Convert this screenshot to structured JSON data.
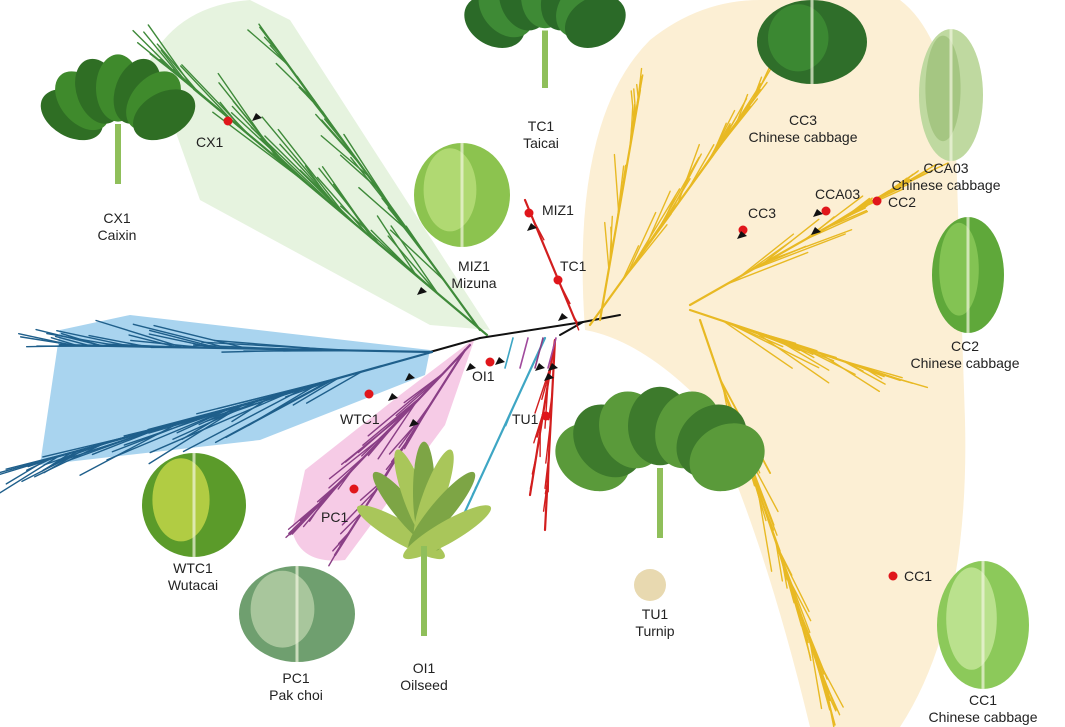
{
  "colors": {
    "green_clade": "#3f8a3a",
    "green_fill": "#e6f3df",
    "blue_clade": "#1f5f8b",
    "blue_fill": "#a9d4ef",
    "pink_clade": "#8a3f86",
    "pink_fill": "#f6cbe6",
    "yellow_clade": "#e8b923",
    "yellow_fill": "#fcefd4",
    "red_clade": "#d21e1e",
    "cyan_clade": "#3ea6c4",
    "marker": "#e0161b"
  },
  "tree_labels": {
    "cx1": "CX1",
    "miz1": "MIZ1",
    "tc1": "TC1",
    "cc3": "CC3",
    "cca03": "CCA03",
    "cc2": "CC2",
    "oi1": "OI1",
    "wtc1": "WTC1",
    "tu1": "TU1",
    "pc1": "PC1",
    "cc1": "CC1"
  },
  "plants": {
    "cx1": {
      "code": "CX1",
      "name": "Caixin"
    },
    "tc1": {
      "code": "TC1",
      "name": "Taicai"
    },
    "miz1": {
      "code": "MIZ1",
      "name": "Mizuna"
    },
    "cc3": {
      "code": "CC3",
      "name": "Chinese cabbage"
    },
    "cca03": {
      "code": "CCA03",
      "name": "Chinese cabbage"
    },
    "cc2": {
      "code": "CC2",
      "name": "Chinese cabbage"
    },
    "wtc1": {
      "code": "WTC1",
      "name": "Wutacai"
    },
    "pc1": {
      "code": "PC1",
      "name": "Pak choi"
    },
    "oi1": {
      "code": "OI1",
      "name": "Oilseed"
    },
    "tu1": {
      "code": "TU1",
      "name": "Turnip"
    },
    "cc1": {
      "code": "CC1",
      "name": "Chinese cabbage"
    }
  }
}
